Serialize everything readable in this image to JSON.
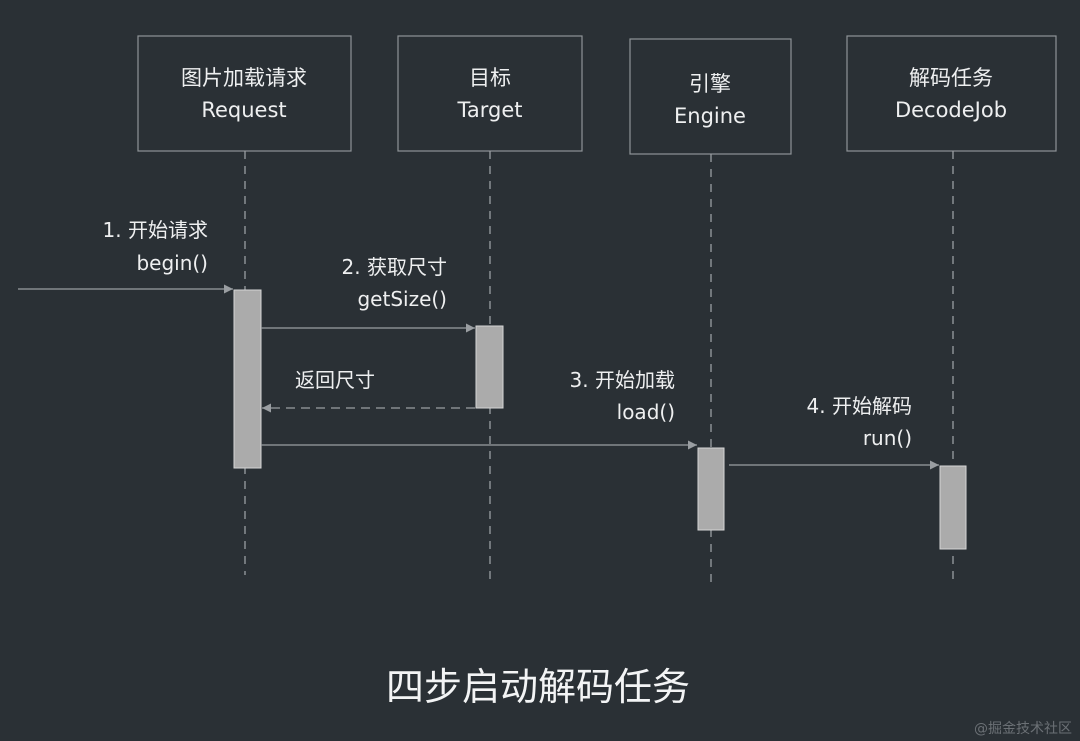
{
  "actors": [
    {
      "name": "图片加载请求",
      "sub": "Request"
    },
    {
      "name": "目标",
      "sub": "Target"
    },
    {
      "name": "引擎",
      "sub": "Engine"
    },
    {
      "name": "解码任务",
      "sub": "DecodeJob"
    }
  ],
  "messages": [
    {
      "label": "1. 开始请求",
      "method": "begin()"
    },
    {
      "label": "2. 获取尺寸",
      "method": "getSize()"
    },
    {
      "label": "返回尺寸",
      "method": ""
    },
    {
      "label": "3. 开始加载",
      "method": "load()"
    },
    {
      "label": "4. 开始解码",
      "method": "run()"
    }
  ],
  "title": "四步启动解码任务",
  "watermark": "@掘金技术社区"
}
